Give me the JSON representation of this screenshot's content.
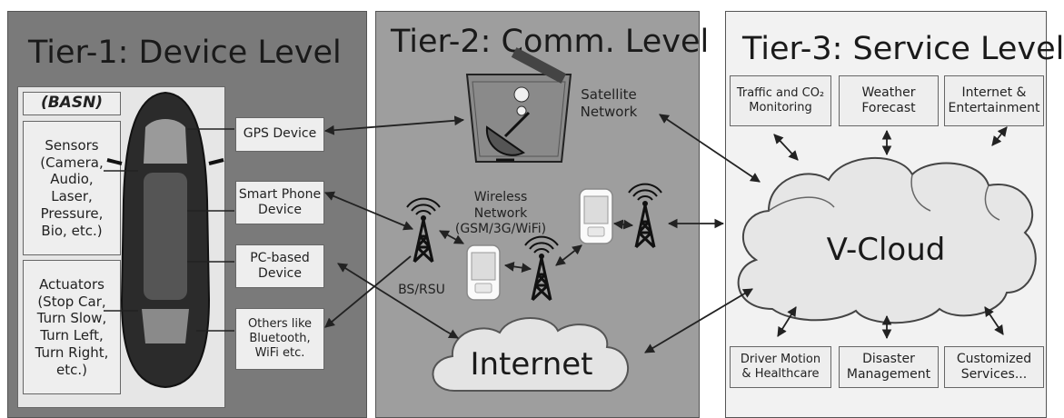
{
  "tier1": {
    "title": "Tier-1: Device Level",
    "basn": "(BASN)",
    "sensors": "Sensors\n(Camera,\nAudio,\nLaser,\nPressure,\nBio, etc.)",
    "actuators": "Actuators\n(Stop Car,\nTurn Slow,\nTurn Left,\nTurn Right,\netc.)",
    "devices": [
      "GPS Device",
      "Smart Phone\nDevice",
      "PC-based\nDevice",
      "Others like\nBluetooth,\nWiFi etc."
    ]
  },
  "tier2": {
    "title": "Tier-2: Comm. Level",
    "satellite": "Satellite\nNetwork",
    "wireless": "Wireless\nNetwork\n(GSM/3G/WiFi)",
    "bs_rsu": "BS/RSU",
    "internet": "Internet"
  },
  "tier3": {
    "title": "Tier-3: Service Level",
    "top_services": [
      "Traffic and CO₂\nMonitoring",
      "Weather\nForecast",
      "Internet &\nEntertainment"
    ],
    "cloud": "V-Cloud",
    "bottom_services": [
      "Driver Motion\n& Healthcare",
      "Disaster\nManagement",
      "Customized\nServices..."
    ]
  },
  "colors": {
    "tier1_bg": "#7a7a7a",
    "tier2_bg": "#9e9e9e",
    "tier3_bg": "#f2f2f2",
    "box_bg": "#eeeeee"
  },
  "icons": [
    "car-icon",
    "satellite-dish-icon",
    "tower-icon",
    "phone-icon",
    "cloud-icon"
  ]
}
